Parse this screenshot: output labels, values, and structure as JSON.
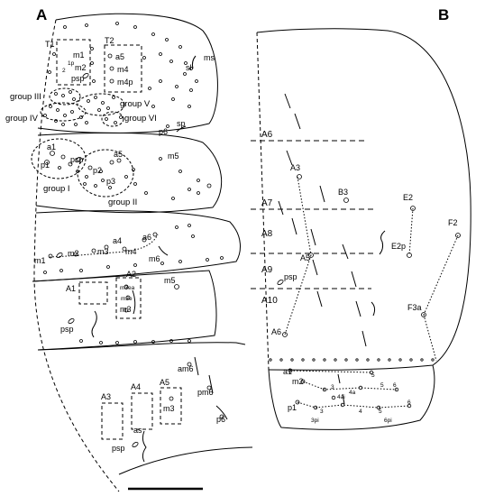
{
  "panels": {
    "a": "A",
    "b": "B"
  },
  "panel_a": {
    "boxes": {
      "t1": "T1",
      "t2": "T2",
      "a1": "A1",
      "a2": "A2",
      "a3": "A3",
      "a4": "A4",
      "a5": "A5"
    },
    "groups": {
      "g1": "group I",
      "g2": "group II",
      "g3": "group III",
      "g4": "group IV",
      "g5": "group V",
      "g6": "group VI"
    },
    "setae": {
      "m1_t1": "m1",
      "m2_t1": "m2",
      "p1_t1": "1p",
      "n2_t1": "2",
      "psp_t1": "psp",
      "a5_t2": "a5",
      "m4_t2": "m4",
      "m4p_t2": "m4p",
      "ms": "ms",
      "sl": "sl",
      "sp": "sp",
      "p6": "p6",
      "a1_s2": "a1",
      "p1_s2": "p1",
      "psp_s2": "psp",
      "p2_s2": "p2",
      "a5_s2": "a5",
      "p3_s2": "p3",
      "m5_s2": "m5",
      "m1_s3": "m1",
      "m2_s3": "m2",
      "a4_s3": "a4",
      "m3_s3": "m3",
      "m4_s3": "m4",
      "a6_s3": "a6",
      "m6_s3": "m6",
      "m3ea": "m3ea",
      "m3e": "m3e",
      "m3_a2": "m3",
      "m5_s4": "m5",
      "psp_s4": "psp",
      "m3_a5": "m3",
      "am6": "am6",
      "pm6": "pm6",
      "p6_s5": "p6",
      "psp_s5": "psp",
      "as": "as"
    }
  },
  "panel_b": {
    "segments": {
      "a6": "A6",
      "a7": "A7",
      "a8": "A8",
      "a9": "A9",
      "a10": "A10"
    },
    "setae": {
      "a3": "A3",
      "b3": "B3",
      "e2": "E2",
      "e2p": "E2p",
      "f2": "F2",
      "a5": "A5",
      "psp": "psp",
      "f3a": "F3a",
      "a6": "A6",
      "a1": "a1",
      "m2": "m2",
      "p1": "p1",
      "n3": "3",
      "n4a": "4a",
      "n4ai": "4ai",
      "n5": "5",
      "n6": "6",
      "n3pi": "3pi",
      "n6pi": "6pi",
      "n4": "4"
    }
  }
}
